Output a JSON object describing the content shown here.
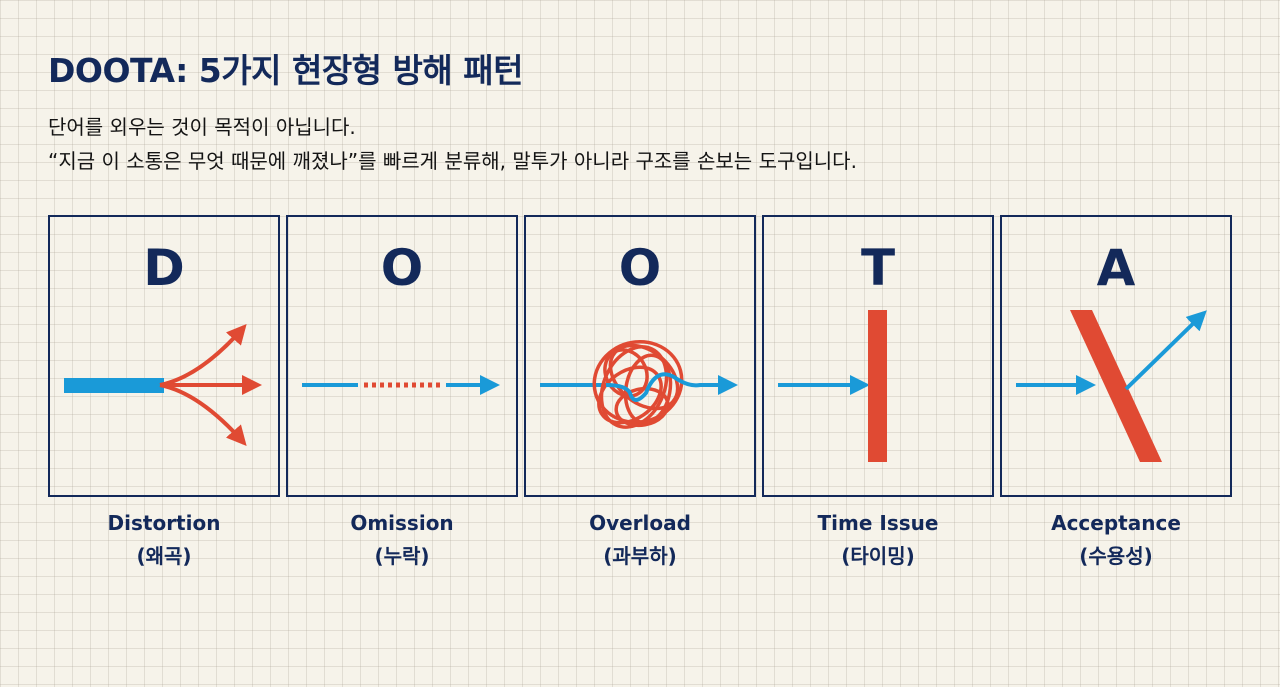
{
  "title": "DOOTA: 5가지 현장형 방해 패턴",
  "subtitle": {
    "line1": "단어를 외우는 것이 목적이 아닙니다.",
    "line2": "“지금 이 소통은 무엇 때문에 깨졌나”를 빠르게 분류해, 말투가 아니라 구조를 손보는 도구입니다."
  },
  "colors": {
    "navy": "#13295a",
    "blue": "#1a9ad8",
    "red": "#e04a33"
  },
  "cards": [
    {
      "letter": "D",
      "name": "Distortion",
      "korean": "(왜곡)",
      "icon": "split-arrows-icon"
    },
    {
      "letter": "O",
      "name": "Omission",
      "korean": "(누락)",
      "icon": "dotted-gap-arrow-icon"
    },
    {
      "letter": "O",
      "name": "Overload",
      "korean": "(과부하)",
      "icon": "tangled-scribble-icon"
    },
    {
      "letter": "T",
      "name": "Time Issue",
      "korean": "(타이밍)",
      "icon": "blocked-arrow-icon"
    },
    {
      "letter": "A",
      "name": "Acceptance",
      "korean": "(수용성)",
      "icon": "deflected-arrow-icon"
    }
  ]
}
